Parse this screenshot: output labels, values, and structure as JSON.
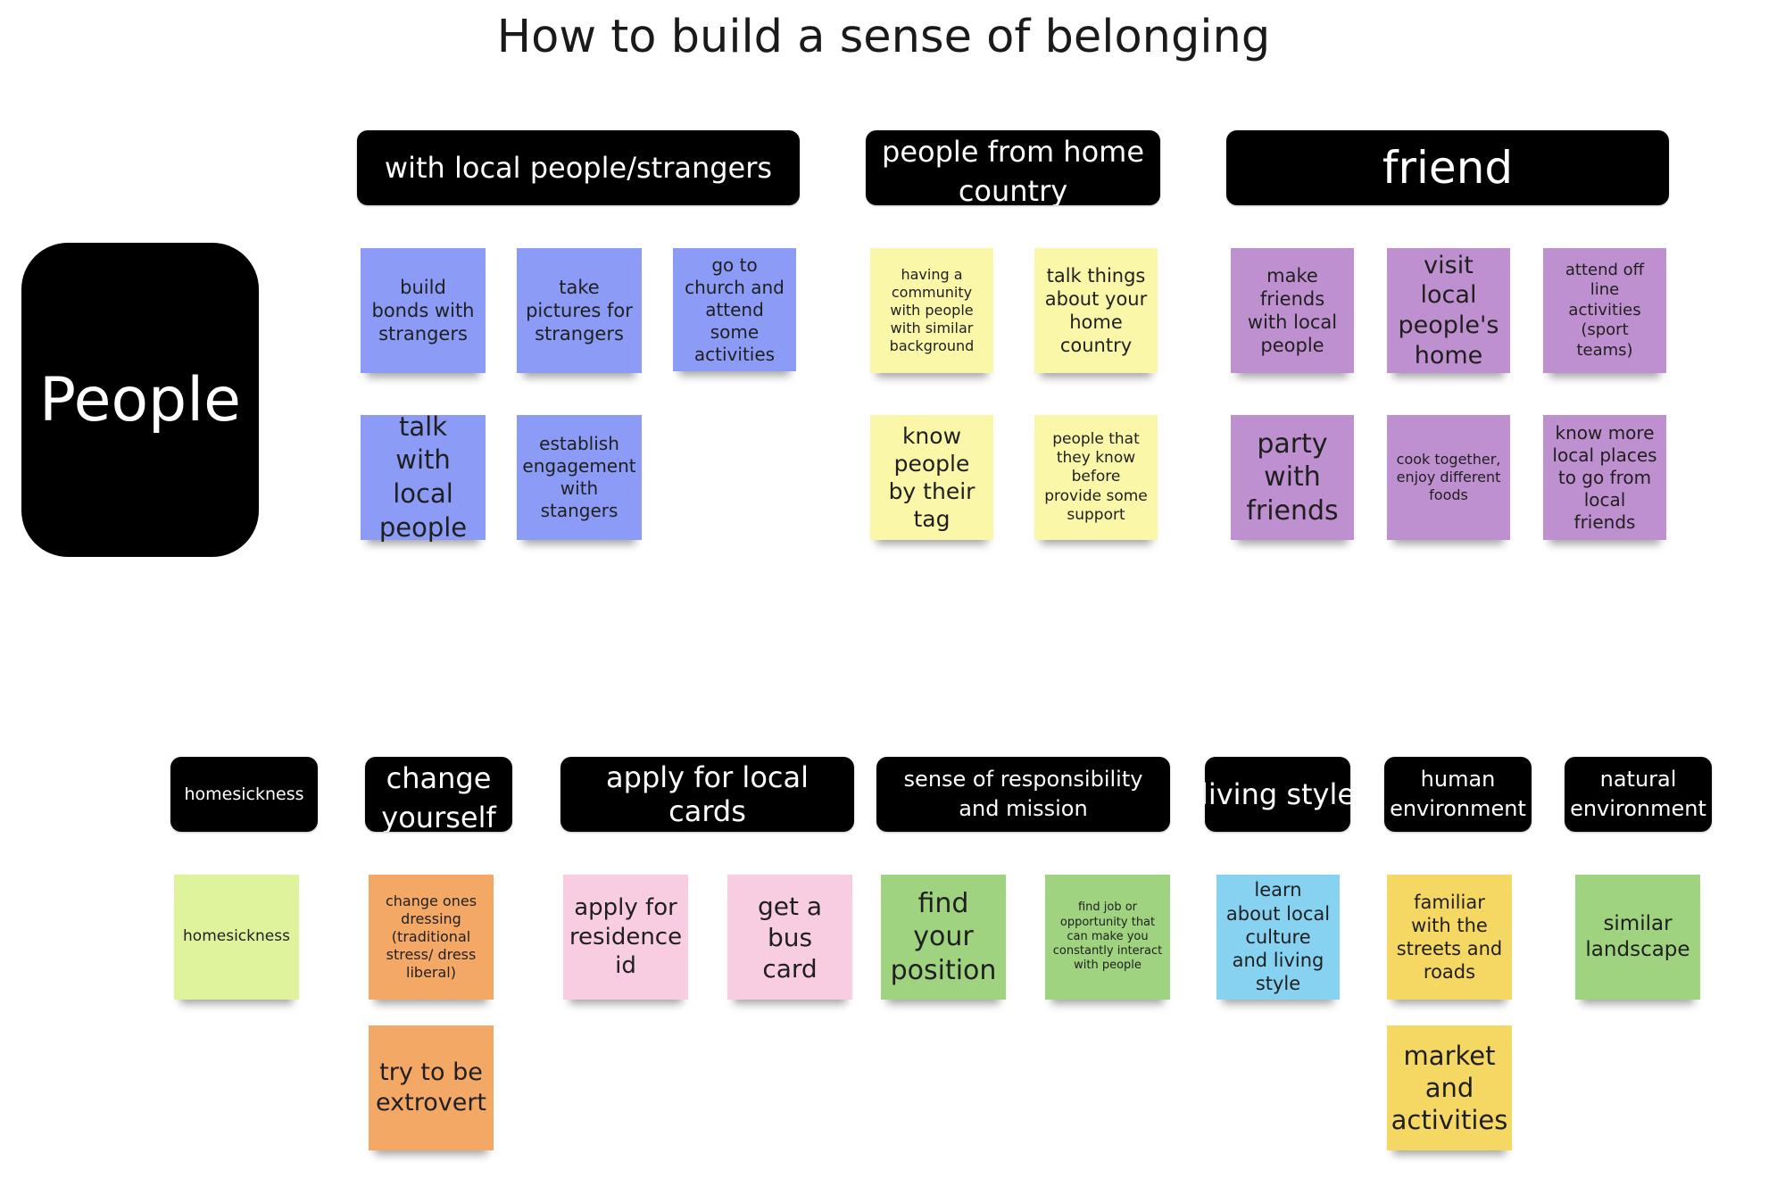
{
  "title": "How to build a sense of belonging",
  "main_node": "People",
  "top_groups": [
    {
      "header": "with local people/strangers",
      "notes": [
        "build bonds with strangers",
        "take pictures for strangers",
        "go to church and attend some activities",
        "talk with local people",
        "establish engagement with stangers"
      ]
    },
    {
      "header": "people from home country",
      "notes": [
        "having a community with people with similar background",
        "talk things about your home country",
        "know people by their tag",
        "people that they know before provide some support"
      ]
    },
    {
      "header": "friend",
      "notes": [
        "make friends with local people",
        "visit local people's home",
        "attend off line activities (sport teams)",
        "party with friends",
        "cook together, enjoy different foods",
        "know more local places to go from local friends"
      ]
    }
  ],
  "bottom_groups": [
    {
      "header": "homesickness",
      "notes": [
        "homesickness"
      ]
    },
    {
      "header": "change yourself",
      "notes": [
        "change ones dressing (traditional stress/ dress liberal)",
        "try to be extrovert"
      ]
    },
    {
      "header": "apply for local cards",
      "notes": [
        "apply for residence id",
        "get a bus card"
      ]
    },
    {
      "header": "sense of responsibility and mission",
      "notes": [
        "find your position",
        "find job or opportunity that can make you constantly interact with people"
      ]
    },
    {
      "header": "living style",
      "notes": [
        "learn about local culture and living style"
      ]
    },
    {
      "header": "human environment",
      "notes": [
        "familiar with the streets and roads",
        "market and activities"
      ]
    },
    {
      "header": "natural environment",
      "notes": [
        "similar landscape"
      ]
    }
  ],
  "colors": {
    "header_bg": "#000000",
    "blue_note": "#8c9cf6",
    "light_yellow_note": "#fbf7a8",
    "purple_note": "#bf90cf",
    "light_green_note": "#dff29c",
    "orange_note": "#f3a866",
    "pink_note": "#f8cde2",
    "green_note": "#9fd37f",
    "cyan_note": "#86d2f0",
    "yellow_note": "#f5d764"
  }
}
